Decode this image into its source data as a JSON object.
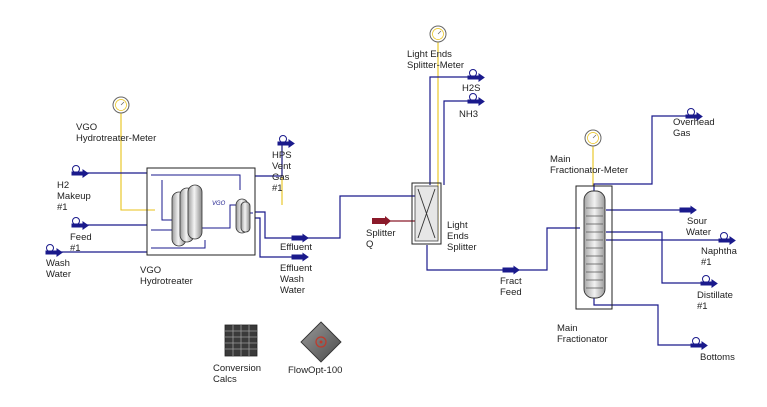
{
  "labels": {
    "vgo_meter": [
      "VGO",
      "Hydrotreater-Meter"
    ],
    "h2_makeup": [
      "H2",
      "Makeup",
      "#1"
    ],
    "feed": [
      "Feed",
      "#1"
    ],
    "wash_water": [
      "Wash",
      "Water"
    ],
    "vgo_hydrotreater": [
      "VGO",
      "Hydrotreater"
    ],
    "vgo_tag": "VGO",
    "hps_vent": [
      "HPS",
      "Vent",
      "Gas",
      "#1"
    ],
    "effluent": "Effluent",
    "effluent_wash": [
      "Effluent",
      "Wash",
      "Water"
    ],
    "splitter_q": [
      "Splitter",
      "Q"
    ],
    "light_ends_meter": [
      "Light Ends",
      "Splitter-Meter"
    ],
    "h2s": "H2S",
    "nh3": "NH3",
    "light_ends_splitter": [
      "Light",
      "Ends",
      "Splitter"
    ],
    "fract_feed": [
      "Fract",
      "Feed"
    ],
    "main_meter": [
      "Main",
      "Fractionator-Meter"
    ],
    "overhead_gas": [
      "Overhead",
      "Gas"
    ],
    "sour_water": [
      "Sour",
      "Water"
    ],
    "naphtha": [
      "Naphtha",
      "#1"
    ],
    "distillate": [
      "Distillate",
      "#1"
    ],
    "bottoms": "Bottoms",
    "main_fractionator": [
      "Main",
      "Fractionator"
    ],
    "conversion_calcs": [
      "Conversion",
      "Calcs"
    ],
    "flowopt": "FlowOpt-100"
  },
  "colors": {
    "pipe": "#1a1a8c",
    "signal": "#e8c21a",
    "energy": "#8b1a2a",
    "flowopt": "#c0392b"
  }
}
